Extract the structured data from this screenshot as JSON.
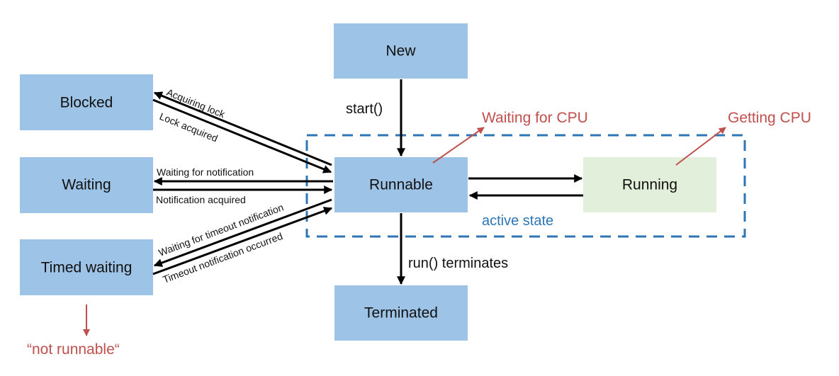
{
  "diagram": {
    "title": "Java thread states",
    "states": {
      "new": "New",
      "runnable": "Runnable",
      "running": "Running",
      "blocked": "Blocked",
      "waiting": "Waiting",
      "timed_waiting": "Timed waiting",
      "terminated": "Terminated"
    },
    "transitions": {
      "start": "start()",
      "run_terminates": "run() terminates",
      "acquiring_lock": "Acquiring lock",
      "lock_acquired": "Lock acquired",
      "waiting_for_notification": "Waiting for notification",
      "notification_acquired": "Notification acquired",
      "waiting_for_timeout_notification": "Waiting for timeout notification",
      "timeout_notification_occurred": "Timeout notification occurred"
    },
    "annotations": {
      "waiting_for_cpu": "Waiting for CPU",
      "getting_cpu": "Getting CPU",
      "not_runnable": "“not runnable“",
      "active_state": "active state"
    },
    "colors": {
      "state_fill": "#9dc3e6",
      "running_fill": "#e2efda",
      "annotation": "#c0504d",
      "active_region": "#2e75b6",
      "arrow": "#000000"
    }
  }
}
